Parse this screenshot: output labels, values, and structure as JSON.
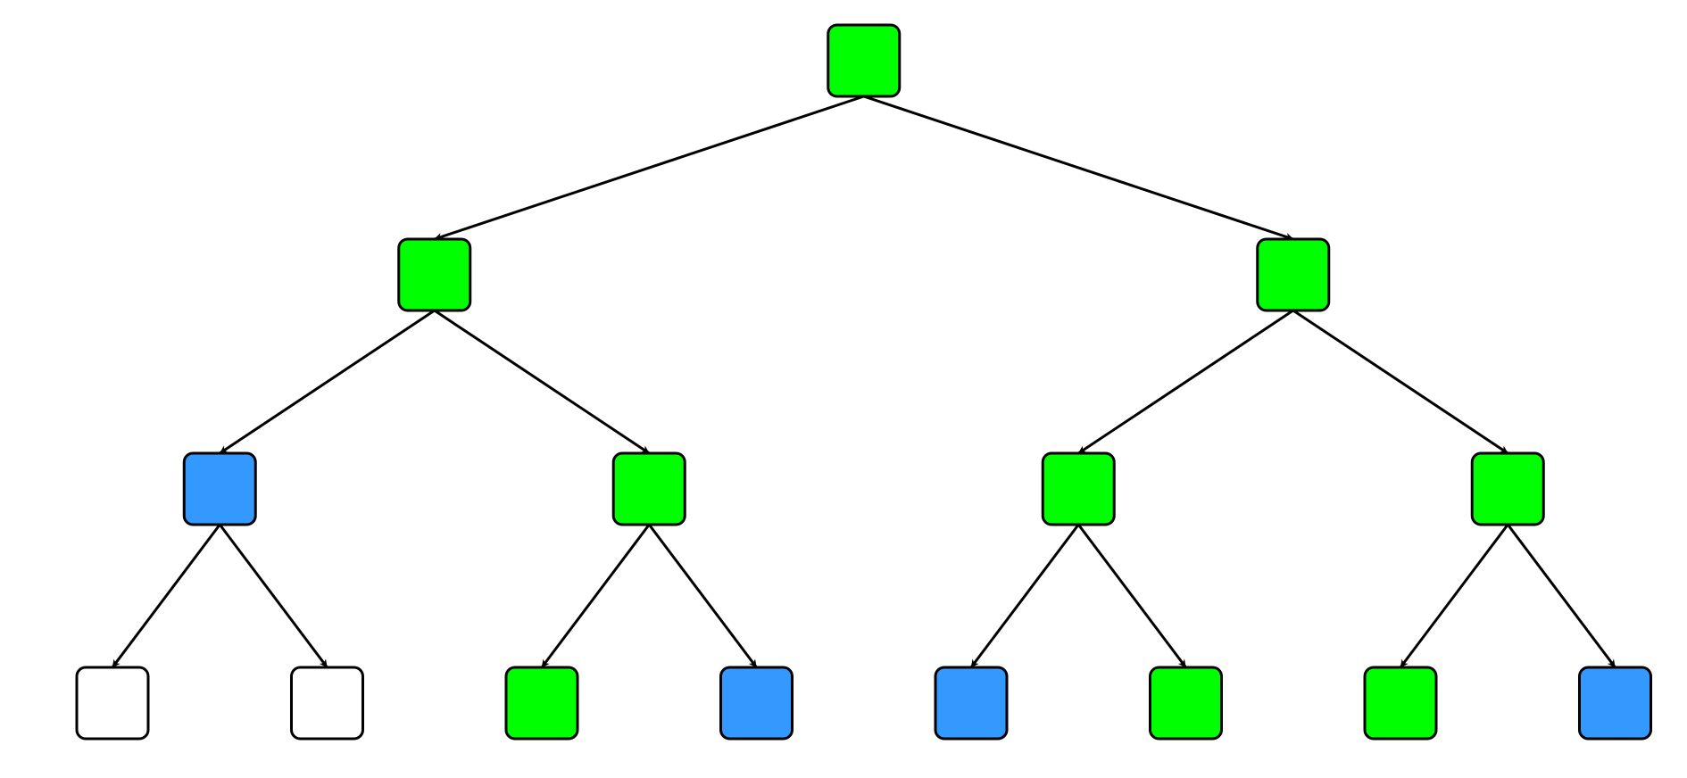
{
  "colors": {
    "green": "#00ff00",
    "blue": "#3399ff",
    "white": "#ffffff",
    "stroke": "#000000"
  },
  "tree": {
    "levels": 4,
    "nodes": [
      {
        "id": "n0",
        "color": "green"
      },
      {
        "id": "n1",
        "color": "green"
      },
      {
        "id": "n2",
        "color": "green"
      },
      {
        "id": "n3",
        "color": "blue"
      },
      {
        "id": "n4",
        "color": "green"
      },
      {
        "id": "n5",
        "color": "green"
      },
      {
        "id": "n6",
        "color": "green"
      },
      {
        "id": "n7",
        "color": "white"
      },
      {
        "id": "n8",
        "color": "white"
      },
      {
        "id": "n9",
        "color": "green"
      },
      {
        "id": "n10",
        "color": "blue"
      },
      {
        "id": "n11",
        "color": "blue"
      },
      {
        "id": "n12",
        "color": "green"
      },
      {
        "id": "n13",
        "color": "green"
      },
      {
        "id": "n14",
        "color": "blue"
      }
    ],
    "edges": [
      [
        "n0",
        "n1"
      ],
      [
        "n0",
        "n2"
      ],
      [
        "n1",
        "n3"
      ],
      [
        "n1",
        "n4"
      ],
      [
        "n2",
        "n5"
      ],
      [
        "n2",
        "n6"
      ],
      [
        "n3",
        "n7"
      ],
      [
        "n3",
        "n8"
      ],
      [
        "n4",
        "n9"
      ],
      [
        "n4",
        "n10"
      ],
      [
        "n5",
        "n11"
      ],
      [
        "n5",
        "n12"
      ],
      [
        "n6",
        "n13"
      ],
      [
        "n6",
        "n14"
      ]
    ]
  }
}
